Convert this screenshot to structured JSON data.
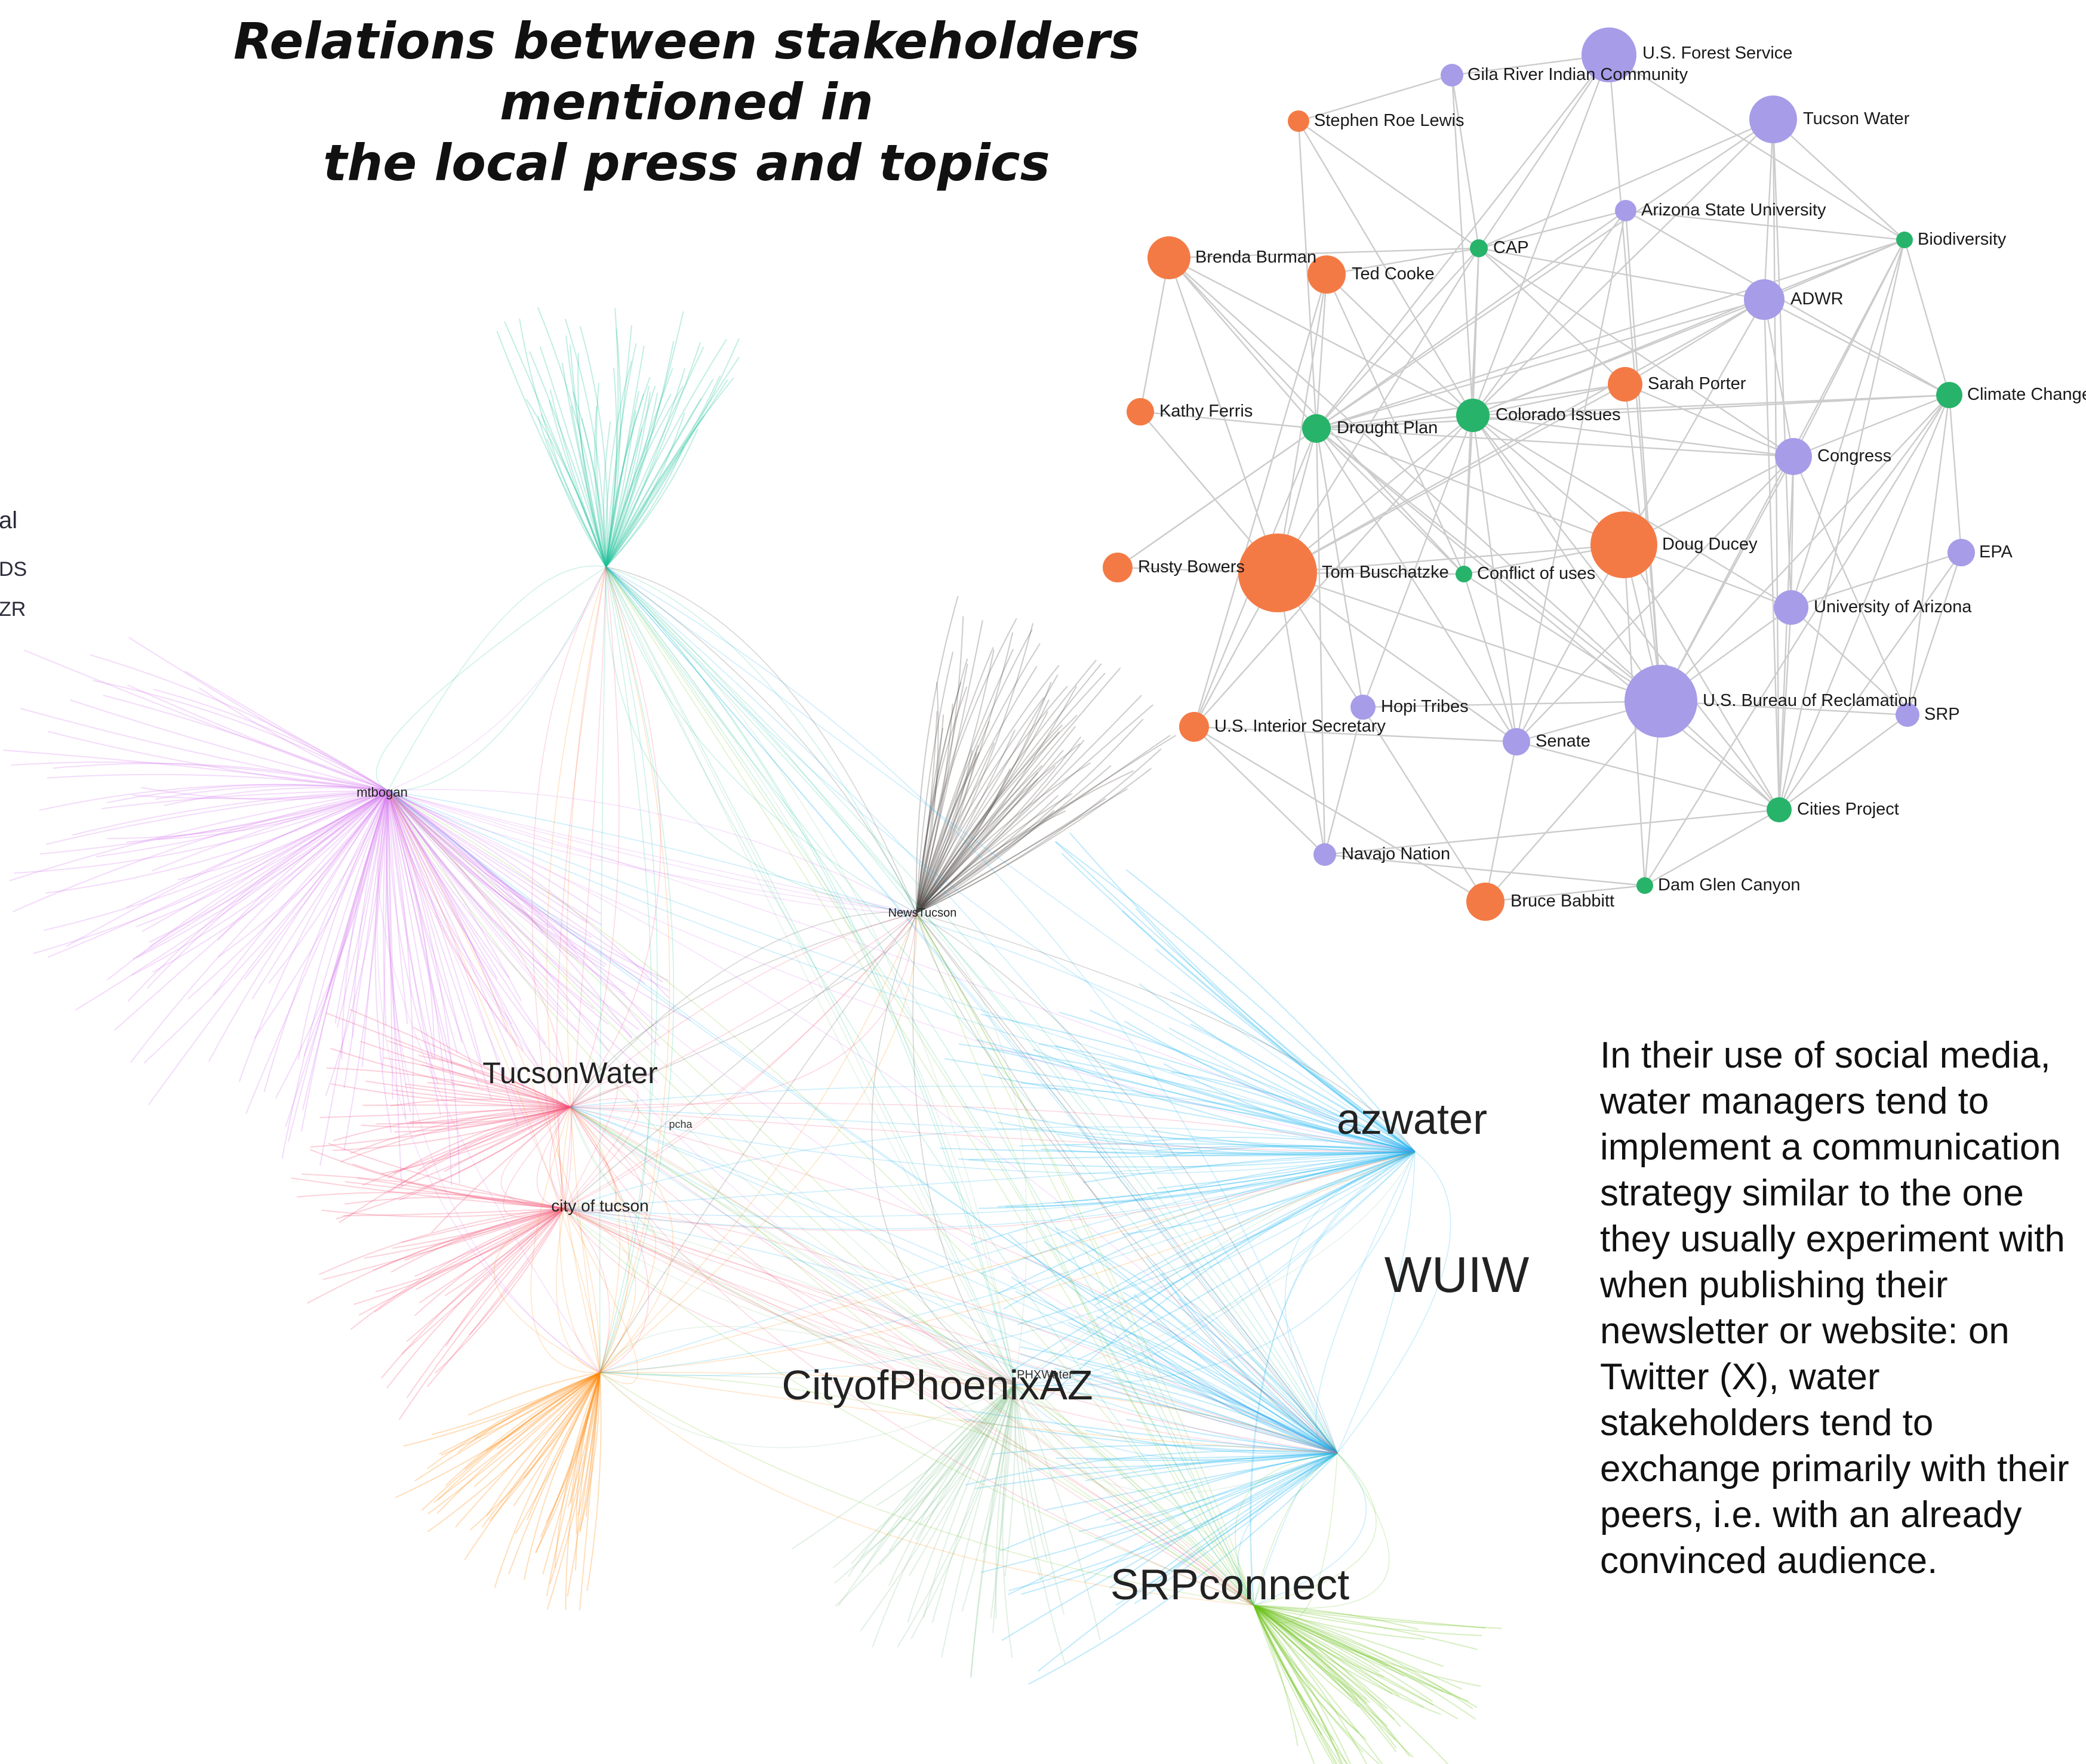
{
  "title": {
    "line1": "Relations between  stakeholders mentioned in",
    "line2": "the local press and topics"
  },
  "legend_fragment": [
    "al",
    "DS",
    "ZR"
  ],
  "caption": "In their use of social media, water managers tend to implement a communication strategy similar to the one they usually experiment with when publishing their newsletter or website: on Twitter (X),  water stakeholders tend to exchange primarily with their peers, i.e. with an already convinced audience.",
  "colors": {
    "person": "#f47a45",
    "organization": "#a79ce8",
    "topic": "#27b36a",
    "edge": "#cccccc"
  },
  "stakeholder_network": {
    "nodes": [
      {
        "id": "usfs",
        "label": "U.S. Forest Service",
        "category": "organization"
      },
      {
        "id": "gila",
        "label": "Gila River Indian Community",
        "category": "organization"
      },
      {
        "id": "srl",
        "label": "Stephen Roe Lewis",
        "category": "person"
      },
      {
        "id": "tw",
        "label": "Tucson Water",
        "category": "organization"
      },
      {
        "id": "asu",
        "label": "Arizona State University",
        "category": "organization"
      },
      {
        "id": "bio",
        "label": "Biodiversity",
        "category": "topic"
      },
      {
        "id": "cap",
        "label": "CAP",
        "category": "topic"
      },
      {
        "id": "bb",
        "label": "Brenda Burman",
        "category": "person"
      },
      {
        "id": "tc",
        "label": "Ted Cooke",
        "category": "person"
      },
      {
        "id": "adwr",
        "label": "ADWR",
        "category": "organization"
      },
      {
        "id": "sp",
        "label": "Sarah Porter",
        "category": "person"
      },
      {
        "id": "cc",
        "label": "Climate Change",
        "category": "topic"
      },
      {
        "id": "kf",
        "label": "Kathy Ferris",
        "category": "person"
      },
      {
        "id": "dp",
        "label": "Drought Plan",
        "category": "topic"
      },
      {
        "id": "ci",
        "label": "Colorado Issues",
        "category": "topic"
      },
      {
        "id": "cong",
        "label": "Congress",
        "category": "organization"
      },
      {
        "id": "rb",
        "label": "Rusty Bowers",
        "category": "person"
      },
      {
        "id": "tb",
        "label": "Tom Buschatzke",
        "category": "person"
      },
      {
        "id": "cou",
        "label": "Conflict of uses",
        "category": "topic"
      },
      {
        "id": "dd",
        "label": "Doug Ducey",
        "category": "person"
      },
      {
        "id": "epa",
        "label": "EPA",
        "category": "organization"
      },
      {
        "id": "ua",
        "label": "University of Arizona",
        "category": "organization"
      },
      {
        "id": "hopi",
        "label": "Hopi Tribes",
        "category": "organization"
      },
      {
        "id": "usbr",
        "label": "U.S. Bureau of Reclamation",
        "category": "organization"
      },
      {
        "id": "srp",
        "label": "SRP",
        "category": "organization"
      },
      {
        "id": "uis",
        "label": "U.S. Interior Secretary",
        "category": "person"
      },
      {
        "id": "sen",
        "label": "Senate",
        "category": "organization"
      },
      {
        "id": "cp",
        "label": "Cities Project",
        "category": "topic"
      },
      {
        "id": "nav",
        "label": "Navajo Nation",
        "category": "organization"
      },
      {
        "id": "dgc",
        "label": "Dam Glen Canyon",
        "category": "topic"
      },
      {
        "id": "bab",
        "label": "Bruce Babbitt",
        "category": "person"
      }
    ],
    "edges": [
      [
        "usfs",
        "gila"
      ],
      [
        "usfs",
        "cap"
      ],
      [
        "usfs",
        "ci"
      ],
      [
        "usfs",
        "dp"
      ],
      [
        "usfs",
        "usbr"
      ],
      [
        "usfs",
        "bio"
      ],
      [
        "gila",
        "cap"
      ],
      [
        "gila",
        "srl"
      ],
      [
        "gila",
        "ci"
      ],
      [
        "srl",
        "cap"
      ],
      [
        "srl",
        "dp"
      ],
      [
        "srl",
        "ci"
      ],
      [
        "tw",
        "cap"
      ],
      [
        "tw",
        "bio"
      ],
      [
        "tw",
        "adwr"
      ],
      [
        "tw",
        "ci"
      ],
      [
        "tw",
        "cp"
      ],
      [
        "tw",
        "dp"
      ],
      [
        "tw",
        "ua"
      ],
      [
        "asu",
        "cap"
      ],
      [
        "asu",
        "bio"
      ],
      [
        "asu",
        "ci"
      ],
      [
        "asu",
        "dp"
      ],
      [
        "asu",
        "cc"
      ],
      [
        "asu",
        "usbr"
      ],
      [
        "asu",
        "sen"
      ],
      [
        "bio",
        "adwr"
      ],
      [
        "bio",
        "cc"
      ],
      [
        "bio",
        "cong"
      ],
      [
        "bio",
        "dp"
      ],
      [
        "bio",
        "ci"
      ],
      [
        "bio",
        "usbr"
      ],
      [
        "bio",
        "cp"
      ],
      [
        "bio",
        "ua"
      ],
      [
        "cap",
        "tc"
      ],
      [
        "cap",
        "bb"
      ],
      [
        "cap",
        "dp"
      ],
      [
        "cap",
        "ci"
      ],
      [
        "cap",
        "adwr"
      ],
      [
        "cap",
        "tb"
      ],
      [
        "cap",
        "cou"
      ],
      [
        "cap",
        "sp"
      ],
      [
        "cap",
        "cong"
      ],
      [
        "bb",
        "dp"
      ],
      [
        "bb",
        "ci"
      ],
      [
        "bb",
        "tb"
      ],
      [
        "bb",
        "usbr"
      ],
      [
        "bb",
        "cou"
      ],
      [
        "bb",
        "kf"
      ],
      [
        "tc",
        "dp"
      ],
      [
        "tc",
        "ci"
      ],
      [
        "tc",
        "tb"
      ],
      [
        "tc",
        "cou"
      ],
      [
        "tc",
        "uis"
      ],
      [
        "adwr",
        "dp"
      ],
      [
        "adwr",
        "ci"
      ],
      [
        "adwr",
        "tb"
      ],
      [
        "adwr",
        "dd"
      ],
      [
        "adwr",
        "cc"
      ],
      [
        "adwr",
        "sp"
      ],
      [
        "adwr",
        "cong"
      ],
      [
        "adwr",
        "cp"
      ],
      [
        "sp",
        "dp"
      ],
      [
        "sp",
        "ci"
      ],
      [
        "sp",
        "tb"
      ],
      [
        "sp",
        "usbr"
      ],
      [
        "sp",
        "cong"
      ],
      [
        "cc",
        "dp"
      ],
      [
        "cc",
        "ci"
      ],
      [
        "cc",
        "usbr"
      ],
      [
        "cc",
        "cong"
      ],
      [
        "cc",
        "epa"
      ],
      [
        "cc",
        "srp"
      ],
      [
        "cc",
        "cp"
      ],
      [
        "cc",
        "dgc"
      ],
      [
        "cc",
        "ua"
      ],
      [
        "kf",
        "dp"
      ],
      [
        "kf",
        "tb"
      ],
      [
        "dp",
        "ci"
      ],
      [
        "dp",
        "tb"
      ],
      [
        "dp",
        "cou"
      ],
      [
        "dp",
        "dd"
      ],
      [
        "dp",
        "uis"
      ],
      [
        "dp",
        "rb"
      ],
      [
        "dp",
        "hopi"
      ],
      [
        "dp",
        "nav"
      ],
      [
        "dp",
        "sen"
      ],
      [
        "dp",
        "usbr"
      ],
      [
        "dp",
        "cong"
      ],
      [
        "dp",
        "cp"
      ],
      [
        "ci",
        "tb"
      ],
      [
        "ci",
        "cou"
      ],
      [
        "ci",
        "dd"
      ],
      [
        "ci",
        "cong"
      ],
      [
        "ci",
        "usbr"
      ],
      [
        "ci",
        "uis"
      ],
      [
        "ci",
        "hopi"
      ],
      [
        "ci",
        "sen"
      ],
      [
        "ci",
        "cp"
      ],
      [
        "ci",
        "ua"
      ],
      [
        "cong",
        "usbr"
      ],
      [
        "cong",
        "dd"
      ],
      [
        "cong",
        "cp"
      ],
      [
        "cong",
        "srp"
      ],
      [
        "cong",
        "ua"
      ],
      [
        "cong",
        "sen"
      ],
      [
        "rb",
        "tb"
      ],
      [
        "rb",
        "dp"
      ],
      [
        "tb",
        "cou"
      ],
      [
        "tb",
        "dd"
      ],
      [
        "tb",
        "uis"
      ],
      [
        "tb",
        "usbr"
      ],
      [
        "tb",
        "sen"
      ],
      [
        "tb",
        "nav"
      ],
      [
        "tb",
        "bab"
      ],
      [
        "cou",
        "dd"
      ],
      [
        "cou",
        "usbr"
      ],
      [
        "cou",
        "sen"
      ],
      [
        "dd",
        "usbr"
      ],
      [
        "dd",
        "ua"
      ],
      [
        "dd",
        "sen"
      ],
      [
        "dd",
        "cp"
      ],
      [
        "dd",
        "dgc"
      ],
      [
        "epa",
        "ua"
      ],
      [
        "epa",
        "cp"
      ],
      [
        "epa",
        "srp"
      ],
      [
        "ua",
        "usbr"
      ],
      [
        "ua",
        "cp"
      ],
      [
        "ua",
        "srp"
      ],
      [
        "hopi",
        "nav"
      ],
      [
        "hopi",
        "usbr"
      ],
      [
        "usbr",
        "srp"
      ],
      [
        "usbr",
        "cp"
      ],
      [
        "usbr",
        "dgc"
      ],
      [
        "usbr",
        "sen"
      ],
      [
        "usbr",
        "bab"
      ],
      [
        "srp",
        "cp"
      ],
      [
        "uis",
        "sen"
      ],
      [
        "uis",
        "bab"
      ],
      [
        "sen",
        "cp"
      ],
      [
        "sen",
        "bab"
      ],
      [
        "cp",
        "dgc"
      ],
      [
        "cp",
        "nav"
      ],
      [
        "nav",
        "dgc"
      ],
      [
        "bab",
        "dgc"
      ],
      [
        "uis",
        "nav"
      ]
    ]
  },
  "twitter_network": {
    "clusters": [
      {
        "label": "mtbogan",
        "color": "#d97cf0"
      },
      {
        "label": "",
        "color": "#1fc29a"
      },
      {
        "label": "NewsTucson",
        "color": "#4a4440"
      },
      {
        "label": "TucsonWater",
        "color": "#f4537a"
      },
      {
        "label": "city of tucson",
        "color": "#f45a7a"
      },
      {
        "label": "",
        "color": "#ff8a0a"
      },
      {
        "label": "azwater",
        "color": "#19b2f0"
      },
      {
        "label": "WUIW",
        "color": "#19b2f0"
      },
      {
        "label": "CityofPhoenixAZ",
        "color": "#8fc99a"
      },
      {
        "label": "SRPconnect",
        "color": "#6cc21a"
      }
    ],
    "minor_labels": [
      "PHXWater",
      "pcha"
    ]
  }
}
